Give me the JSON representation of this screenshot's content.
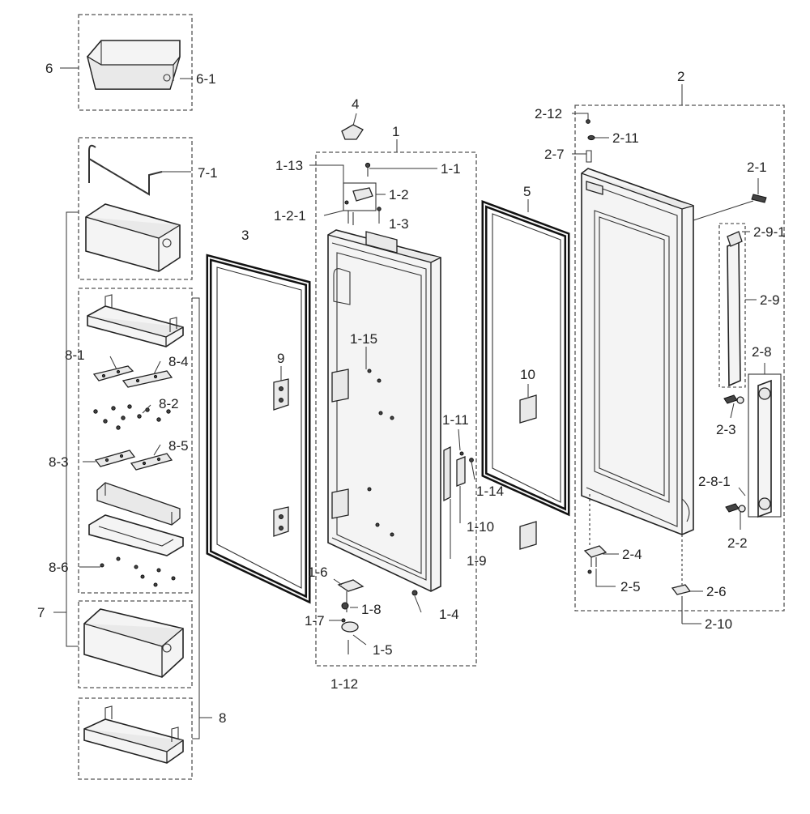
{
  "labels": {
    "l6": "6",
    "l6_1": "6-1",
    "l7_1": "7-1",
    "l7": "7",
    "l8_1": "8-1",
    "l8_4": "8-4",
    "l8_2": "8-2",
    "l8_3": "8-3",
    "l8_5": "8-5",
    "l8_6": "8-6",
    "l8": "8",
    "l3": "3",
    "l9": "9",
    "l4": "4",
    "l1": "1",
    "l1_13": "1-13",
    "l1_1": "1-1",
    "l1_2": "1-2",
    "l1_2_1": "1-2-1",
    "l1_3": "1-3",
    "l1_15": "1-15",
    "l1_11": "1-11",
    "l1_14": "1-14",
    "l1_10": "1-10",
    "l1_9": "1-9",
    "l1_6": "1-6",
    "l1_8": "1-8",
    "l1_7": "1-7",
    "l1_5": "1-5",
    "l1_4": "1-4",
    "l1_12": "1-12",
    "l5": "5",
    "l10": "10",
    "l2": "2",
    "l2_12": "2-12",
    "l2_11": "2-11",
    "l2_7": "2-7",
    "l2_1": "2-1",
    "l2_9_1": "2-9-1",
    "l2_9": "2-9",
    "l2_8": "2-8",
    "l2_3": "2-3",
    "l2_8_1": "2-8-1",
    "l2_2": "2-2",
    "l2_4": "2-4",
    "l2_5": "2-5",
    "l2_6": "2-6",
    "l2_10": "2-10"
  }
}
